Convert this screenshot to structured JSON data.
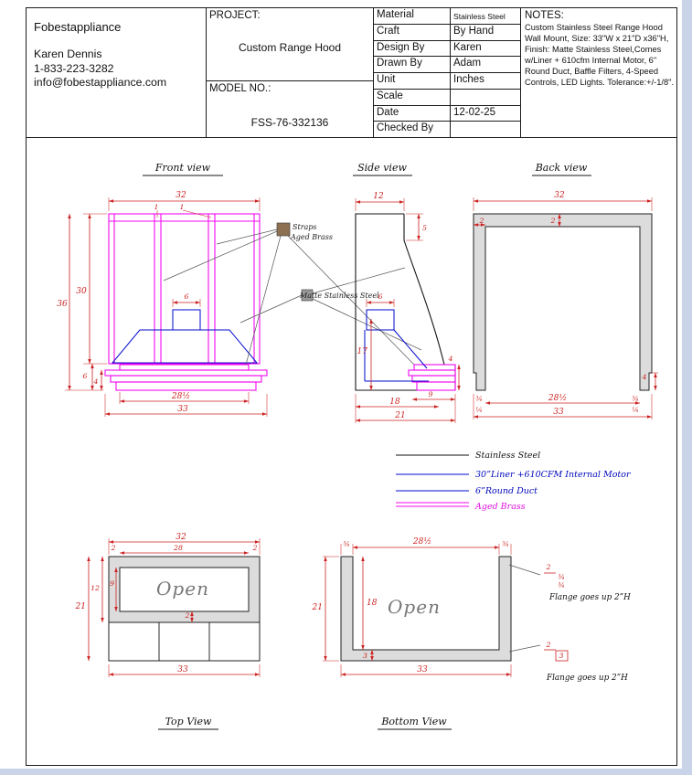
{
  "title_block": {
    "company": {
      "name": "Fobestappliance",
      "contact_name": "Karen Dennis",
      "phone": "1-833-223-3282",
      "email": "info@fobestappliance.com"
    },
    "project_label": "PROJECT:",
    "project_name": "Custom Range Hood",
    "model_label": "MODEL NO.:",
    "model_number": "FSS-76-332136",
    "fields": [
      {
        "label": "Material",
        "value": "Stainless Steel"
      },
      {
        "label": "Craft",
        "value": "By Hand"
      },
      {
        "label": "Design By",
        "value": "Karen"
      },
      {
        "label": "Drawn By",
        "value": "Adam"
      },
      {
        "label": "Unit",
        "value": "Inches"
      },
      {
        "label": "Scale",
        "value": ""
      },
      {
        "label": "Date",
        "value": "12-02-25"
      },
      {
        "label": "Checked By",
        "value": ""
      }
    ],
    "notes_label": "NOTES:",
    "notes": "Custom Stainless Steel Range Hood Wall Mount, Size: 33\"W x 21\"D x36\"H, Finish: Matte Stainless Steel,Comes w/Liner + 610cfm Internal Motor, 6\" Round Duct, Baffle Filters, 4-Speed Controls, LED Lights. Tolerance:+/-1/8\"."
  },
  "front": {
    "title": "Front view",
    "d32": "32",
    "d1a": "1",
    "d1b": "1",
    "d30": "30",
    "d36": "36",
    "d6duct": "6",
    "d6": "6",
    "d4": "4",
    "d28h": "28½",
    "d33": "33",
    "straps_line1": "Straps",
    "straps_line2": "Aged Brass",
    "matte": "Matte Stainless Steel"
  },
  "side": {
    "title": "Side view",
    "d12": "12",
    "d5": "5",
    "d6": "6",
    "d17": "17",
    "d4": "4",
    "d18": "18",
    "d9": "9",
    "d21": "21"
  },
  "back": {
    "title": "Back view",
    "d32": "32",
    "d2a": "2",
    "d2b": "2",
    "d4": "4",
    "d34l": "¾",
    "d14l": "¼",
    "d28h": "28½",
    "d34r": "¾",
    "d14r": "¼",
    "d33": "33"
  },
  "legend": {
    "items": [
      {
        "label": "Stainless Steel",
        "color": "#000000"
      },
      {
        "label": "30”Liner +610CFM Internal Motor",
        "color": "#0000cc"
      },
      {
        "label": "6”Round Duct",
        "color": "#0000cc"
      },
      {
        "label": "Aged Brass",
        "color": "#ff00ff"
      }
    ]
  },
  "top": {
    "title": "Top View",
    "open": "Open",
    "d32": "32",
    "d28": "28",
    "d2l": "2",
    "d2r": "2",
    "d12": "12",
    "d9": "9",
    "d21": "21",
    "d2c": "2",
    "d33": "33"
  },
  "bottom": {
    "title": "Bottom View",
    "open": "Open",
    "d34l": "¾",
    "d28h": "28½",
    "d34r": "¾",
    "d21": "21",
    "d18": "18",
    "d3": "3",
    "d33": "33",
    "f1_d2": "2",
    "f1_d34a": "¾",
    "f1_d34b": "¾",
    "f1_label": "Flange goes up 2”H",
    "f2_d2": "2",
    "f2_d3": "3",
    "f2_label": "Flange goes up 2”H"
  },
  "colors": {
    "stainless_line": "#000000",
    "liner_line": "#0000cc",
    "aged_brass_line": "#ff00ff",
    "dimension": "#cc2222",
    "swatch_brass": "#8d7052",
    "swatch_steel": "#9a9a9a"
  }
}
